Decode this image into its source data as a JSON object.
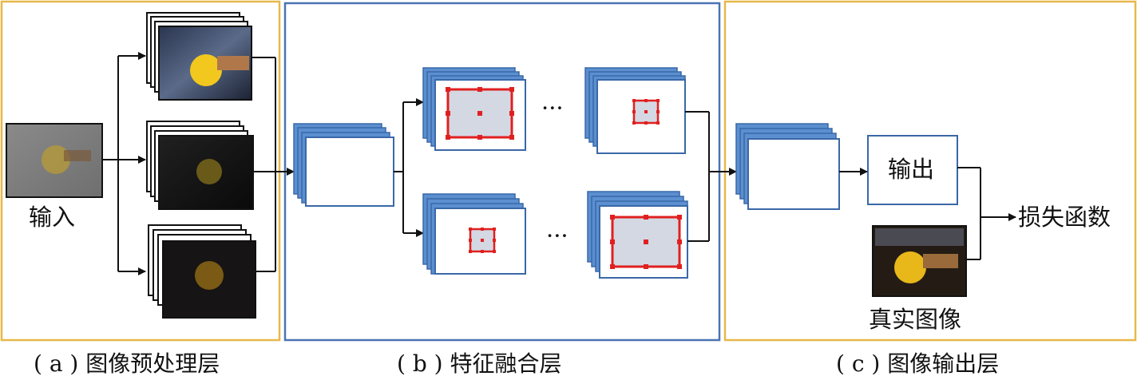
{
  "labels": {
    "input": "输入",
    "output": "输出",
    "ground_truth": "真实图像",
    "loss": "损失函数",
    "ellipsis_top": "···",
    "ellipsis_bottom": "···"
  },
  "captions": {
    "a": "( a ) 图像预处理层",
    "b": "( b ) 特征融合层",
    "c": "( c ) 图像输出层"
  },
  "colors": {
    "panel_a_border": "#e8b84a",
    "panel_b_border": "#4a74b4",
    "panel_c_border": "#e8b84a",
    "feature_map_fill": "#5b8fd0",
    "feature_map_border": "#3a68a8",
    "kernel_red": "#e02020",
    "kernel_fill": "#d4d8e2",
    "arrow": "#111111"
  }
}
